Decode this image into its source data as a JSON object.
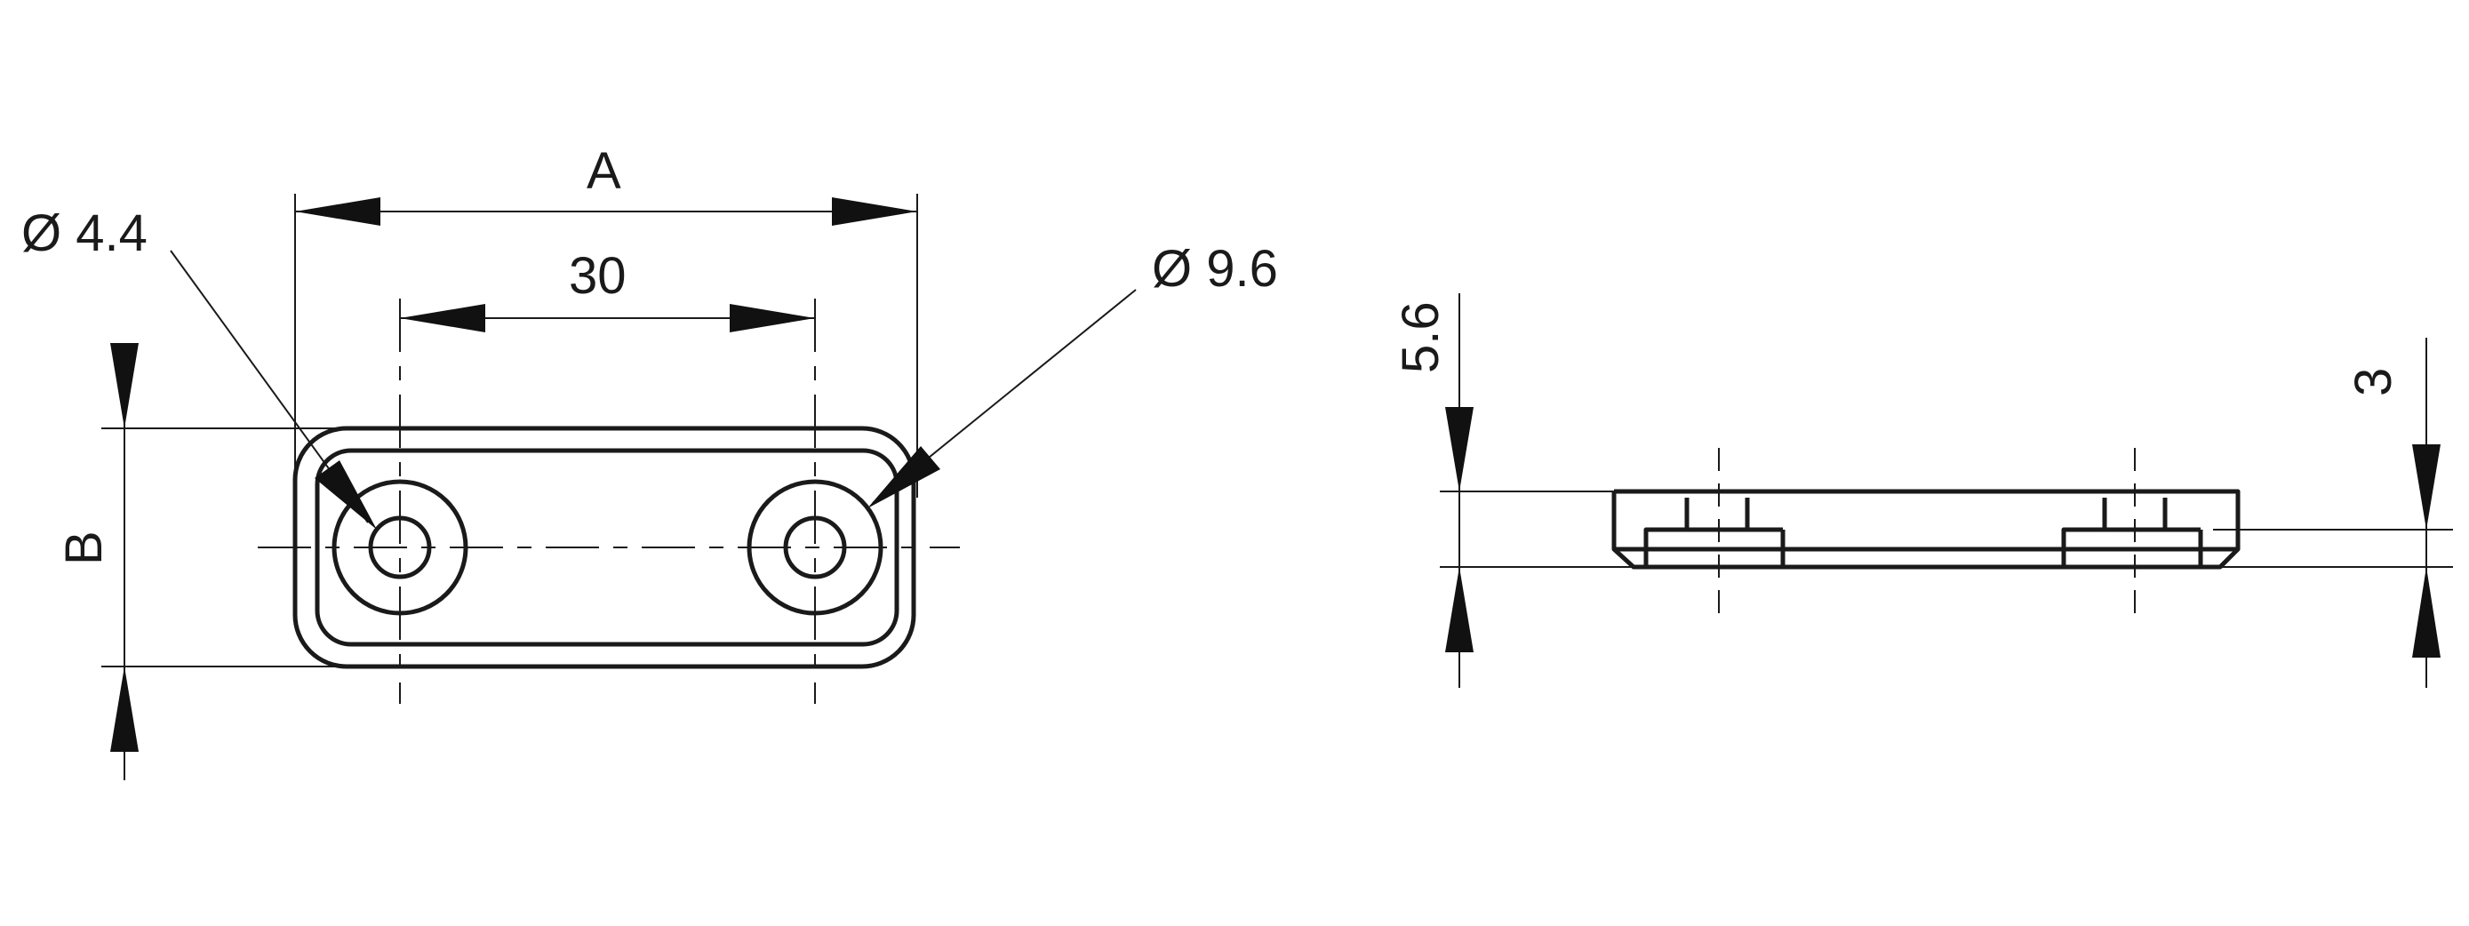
{
  "drawing": {
    "background_color": "#ffffff",
    "line_color": "#1a1a1a",
    "labels": {
      "dim_a": "A",
      "dim_b": "B",
      "dim_30": "30",
      "dim_hole_small": "Ø 4.4",
      "dim_hole_large": "Ø 9.6",
      "dim_height": "5.6",
      "dim_thickness": "3"
    }
  }
}
